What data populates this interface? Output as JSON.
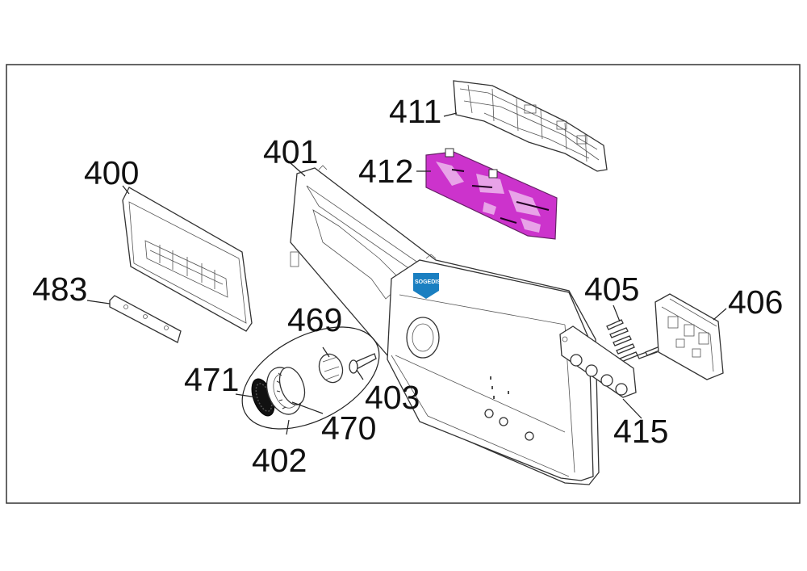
{
  "diagram": {
    "parts": [
      {
        "id": "p400",
        "label": "400",
        "name": "detergent-drawer-front"
      },
      {
        "id": "p401",
        "label": "401",
        "name": "control-panel-fascia"
      },
      {
        "id": "p402",
        "label": "402",
        "name": "selector-knob-assembly"
      },
      {
        "id": "p403",
        "label": "403",
        "name": "knob-spindle"
      },
      {
        "id": "p405",
        "label": "405",
        "name": "push-buttons"
      },
      {
        "id": "p406",
        "label": "406",
        "name": "switch-module"
      },
      {
        "id": "p411",
        "label": "411",
        "name": "electronic-board-support"
      },
      {
        "id": "p412",
        "label": "412",
        "name": "electronic-control-board"
      },
      {
        "id": "p415",
        "label": "415",
        "name": "button-holder"
      },
      {
        "id": "p469",
        "label": "469",
        "name": "knob-insert"
      },
      {
        "id": "p470",
        "label": "470",
        "name": "knob-ring"
      },
      {
        "id": "p471",
        "label": "471",
        "name": "knob-cap"
      },
      {
        "id": "p483",
        "label": "483",
        "name": "drawer-trim-strip"
      }
    ],
    "logo": {
      "text": "SOGEDIS",
      "color": "#1a7fc1"
    },
    "colors": {
      "highlight": "#cc33cc",
      "frame": "#333333"
    }
  }
}
